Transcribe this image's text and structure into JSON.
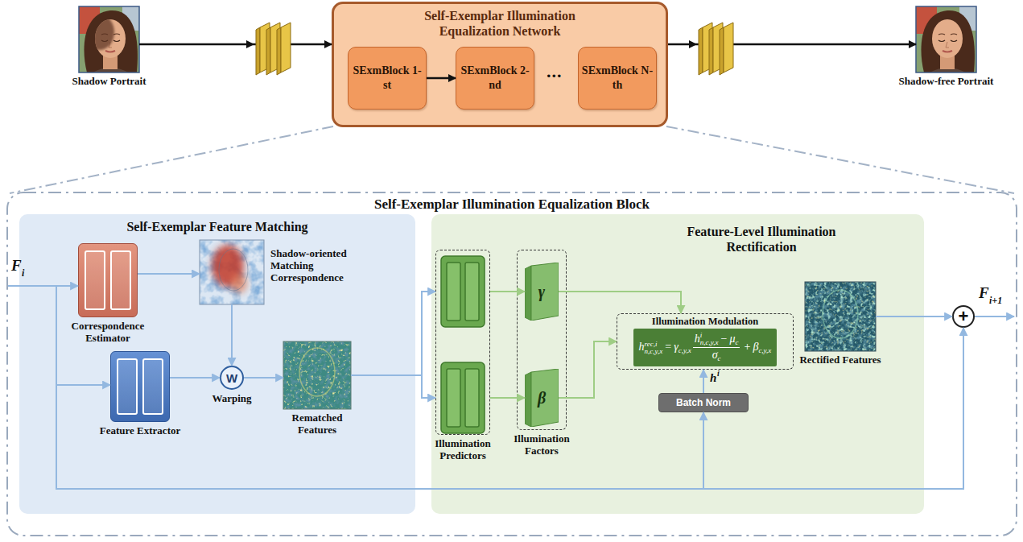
{
  "diagram": {
    "nodes": [
      {
        "text": [
          "Shadow Portrait"
        ]
      },
      {
        "text": [
          "Self-Exemplar Illumination Equalization Network"
        ]
      },
      {
        "text": [
          "SExmBlock 1-st"
        ],
        "in": 1
      },
      {
        "text": [
          "SExmBlock 2-nd"
        ],
        "in": 1
      },
      {
        "text": [
          "SExmBlock N-th"
        ],
        "in": 1
      },
      {
        "text": [
          "Shadow-free Portrait"
        ]
      },
      {
        "text": [
          "Self-Exemplar Illumination Equalization Block"
        ]
      },
      {
        "text": [
          "Self-Exemplar Feature Matching"
        ],
        "in": 6
      },
      {
        "text": [
          "Correspondence Estimator"
        ],
        "in": 7
      },
      {
        "text": [
          "Shadow-oriented Matching Correspondence"
        ],
        "in": 7
      },
      {
        "text": [
          "Feature Extractor"
        ],
        "in": 7
      },
      {
        "text": [
          "W",
          "Warping"
        ],
        "in": 7
      },
      {
        "text": [
          "Rematched Features"
        ],
        "in": 7
      },
      {
        "text": [
          "Feature-Level Illumination Rectification"
        ],
        "in": 6
      },
      {
        "text": [
          "Illumination Predictors"
        ],
        "in": 13
      },
      {
        "text": [
          "Illumination Factors"
        ],
        "in": 13
      },
      {
        "text": [
          "γ"
        ],
        "in": 15
      },
      {
        "text": [
          "β"
        ],
        "in": 15
      },
      {
        "text": [
          "Illumination Modulation",
          "h",
          "rec,i",
          "n,c,y,x",
          "=",
          "γ",
          "c,y,x",
          "h",
          "i",
          "n,c,y,x",
          "−",
          "μ",
          "c",
          "σ",
          "c",
          "+",
          "β",
          "c,y,x"
        ],
        "in": 13
      },
      {
        "text": [
          "Batch Norm"
        ],
        "in": 13
      },
      {
        "text": [
          "Rectified Features"
        ],
        "in": 13
      },
      {
        "text": [
          "+"
        ],
        "in": 6
      }
    ],
    "edges": [
      {
        "from": 0,
        "to": 1,
        "arrow": "to"
      },
      {
        "from": 1,
        "to": 5,
        "arrow": "to"
      },
      {
        "from": 2,
        "to": 3,
        "arrow": "to"
      },
      {
        "from": 8,
        "to": 9,
        "arrow": "to"
      },
      {
        "from": 9,
        "to": 11,
        "arrow": "to"
      },
      {
        "from": 10,
        "to": 11,
        "arrow": "to"
      },
      {
        "from": 11,
        "to": 12,
        "arrow": "to"
      },
      {
        "from": 12,
        "to": 14,
        "arrow": "to"
      },
      {
        "from": 14,
        "to": 16,
        "arrow": "to"
      },
      {
        "from": 14,
        "to": 17,
        "arrow": "to"
      },
      {
        "from": 16,
        "to": 18,
        "arrow": "to"
      },
      {
        "from": 17,
        "to": 18,
        "arrow": "to"
      },
      {
        "from": 19,
        "to": 18,
        "arrow": "to"
      },
      {
        "from": 20,
        "to": 21,
        "arrow": "to"
      }
    ],
    "labels": [
      "...",
      "F",
      "i",
      "F",
      "i+1",
      "h",
      "i"
    ]
  }
}
